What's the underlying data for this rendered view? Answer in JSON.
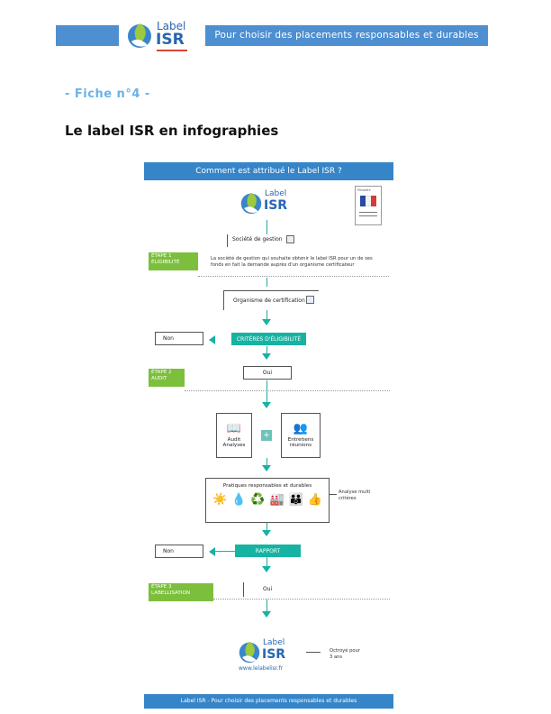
{
  "header": {
    "logo": {
      "line1": "Label",
      "line2": "ISR"
    },
    "tagline": "Pour choisir des placements responsables et durables"
  },
  "fiche": "- Fiche n°4 -",
  "title": "Le label ISR en infographies",
  "infographic": {
    "heading": "Comment est attribué le Label ISR ?",
    "logo": {
      "line1": "Label",
      "line2": "ISR"
    },
    "ministry": "Ministère",
    "etape1": {
      "line1": "ÉTAPE 1",
      "line2": "ÉLIGIBILITÉ"
    },
    "societe": "Société de gestion",
    "societe_desc": "La société de gestion qui souhaite obtenir le label ISR pour un de ses fonds en fait la demande auprès d'un organisme certificateur",
    "organisme": "Organisme de certification",
    "criteres": "CRITÈRES D'ÉLIGIBILITÉ",
    "non1": "Non",
    "etape2": {
      "line1": "ÉTAPE 2",
      "line2": "AUDIT"
    },
    "oui1": "Oui",
    "audit": {
      "line1": "Audit",
      "line2": "Analyses"
    },
    "plus": "+",
    "entretiens": {
      "line1": "Entretiens",
      "line2": "réunions"
    },
    "pratiques": "Pratiques responsables et durables",
    "analyse": {
      "line1": "Analyse multi",
      "line2": "critères"
    },
    "rapport": "RAPPORT",
    "non2": "Non",
    "etape3": {
      "line1": "ÉTAPE 3",
      "line2": "LABELLISATION"
    },
    "oui2": "Oui",
    "final_logo": {
      "line1": "Label",
      "line2": "ISR"
    },
    "website": "www.lelabelisr.fr",
    "octroye": {
      "line1": "Octroyé pour",
      "line2": "3 ans"
    }
  },
  "footer": "Label ISR - Pour choisir des placements responsables et durables",
  "colors": {
    "header_blue": "#4d8fd1",
    "teal": "#16b3a2",
    "green": "#7cbf3c",
    "isr_blue": "#2766b0"
  }
}
